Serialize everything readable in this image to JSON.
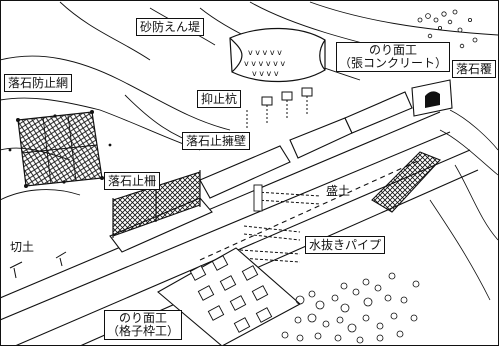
{
  "labels": {
    "sabo_dam": "砂防えん堤",
    "rockfall_net": "落石防止網",
    "slope_concrete_line1": "のり面工",
    "slope_concrete_line2": "（張コンクリート）",
    "rockfall_shed": "落石覆",
    "restraint_pile": "抑止杭",
    "retaining_wall": "落石止擁壁",
    "rockfall_fence": "落石止柵",
    "embankment": "盛土",
    "drain_pipe": "水抜きパイプ",
    "cut": "切土",
    "slope_grid_line1": "のり面工",
    "slope_grid_line2": "（格子枠工）"
  },
  "colors": {
    "ink": "#111111",
    "paper": "#ffffff"
  }
}
